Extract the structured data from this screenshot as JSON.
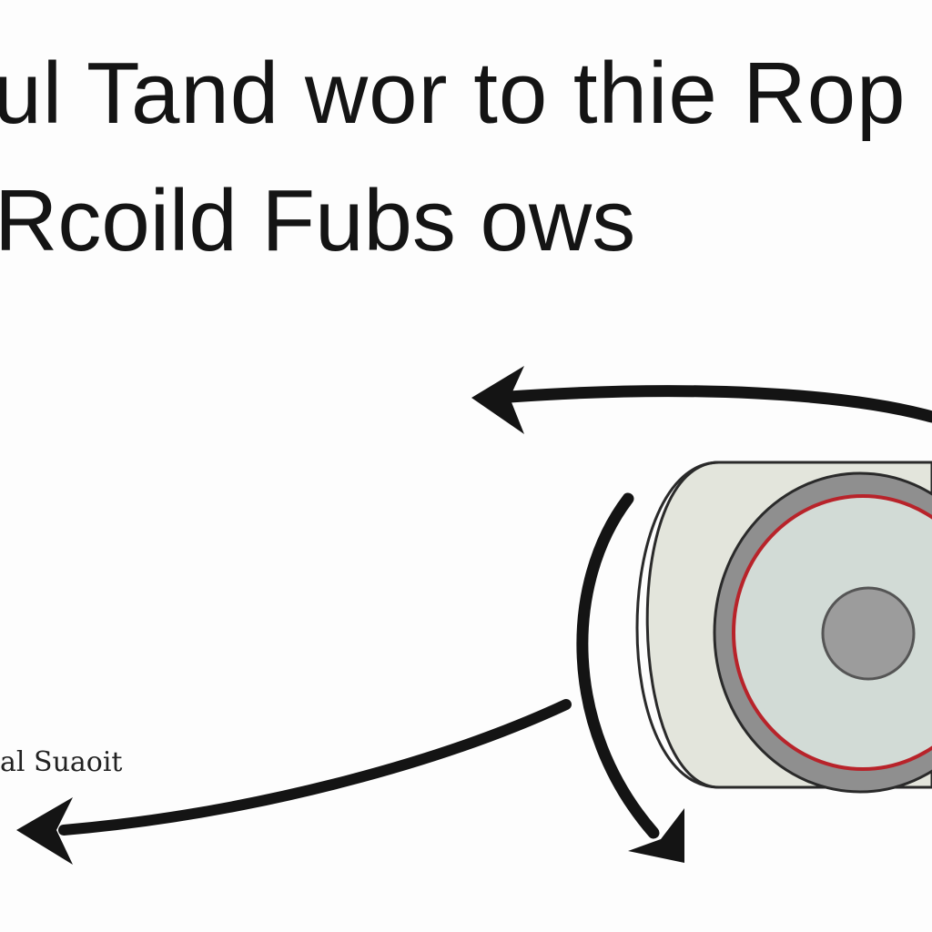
{
  "title": {
    "line1": "lul Tand wor to thie Rop",
    "line2": "Rcoild Fubs ows"
  },
  "label": "al Suaoit",
  "colors": {
    "ink": "#141414",
    "roll_body": "#e3e5dc",
    "roll_face": "#d2dbd6",
    "roll_rim": "#8f8f8f",
    "red_ring": "#b8232a",
    "core": "#9c9c9c"
  },
  "icons": [
    "arrow-left-top-icon",
    "arrow-left-bottom-icon",
    "arrow-down-curved-icon",
    "roll-icon"
  ]
}
